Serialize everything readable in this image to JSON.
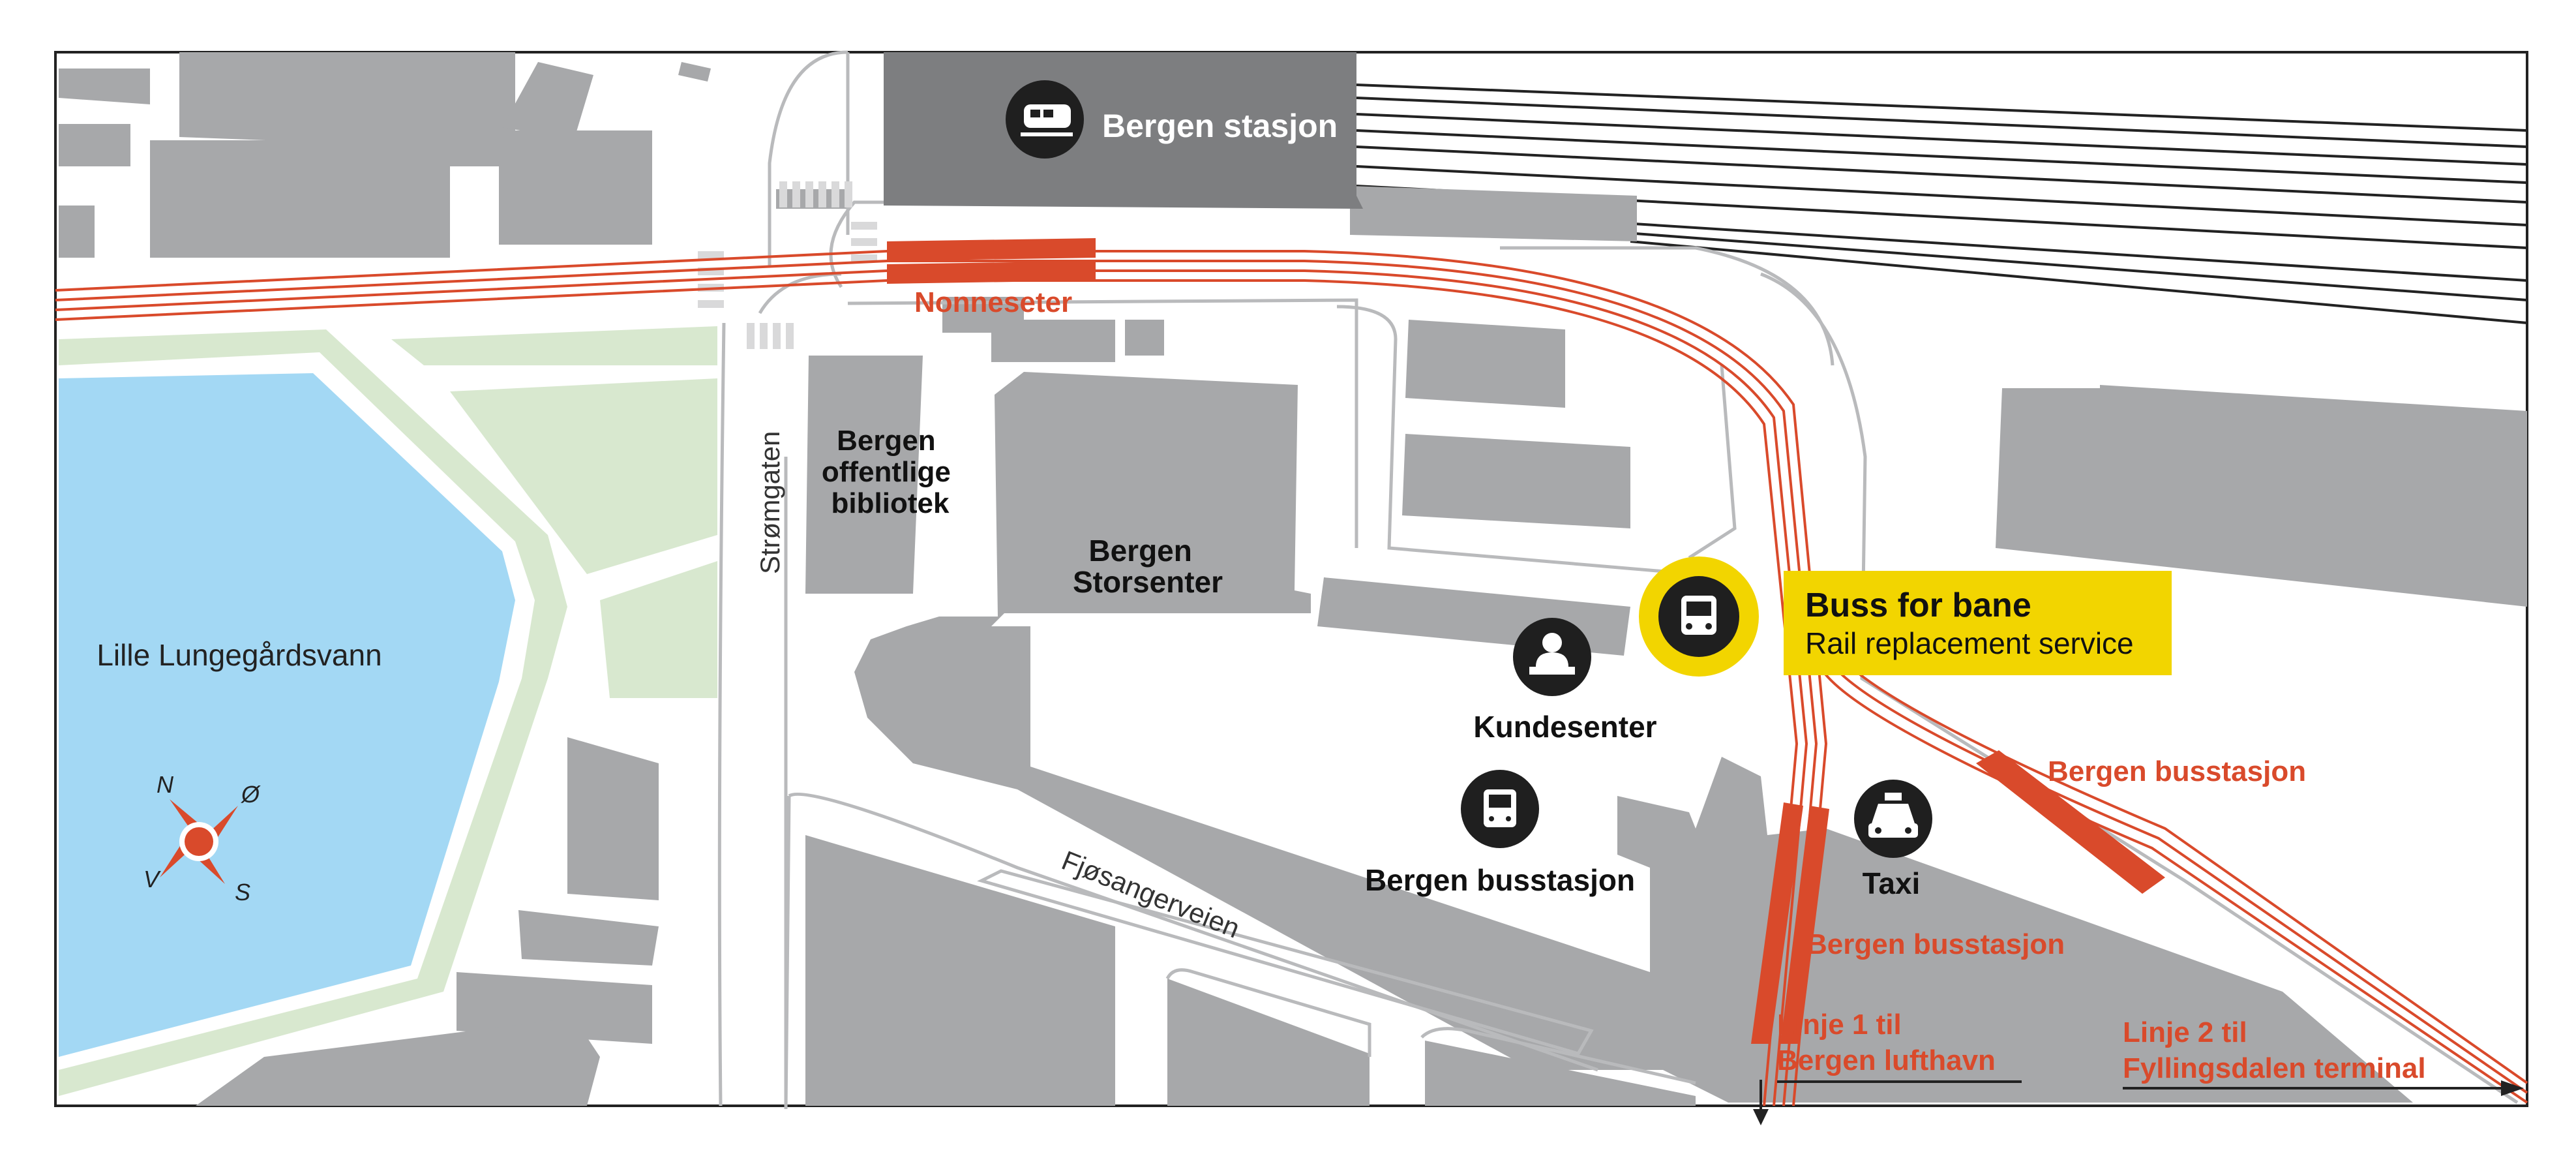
{
  "labels": {
    "station": "Bergen stasjon",
    "nonneseter": "Nonneseter",
    "library": [
      "Bergen",
      "offentlige",
      "bibliotek"
    ],
    "storsenter": [
      "Bergen",
      "Storsenter"
    ],
    "lake": "Lille Lungegårdsvann",
    "stromgaten": "Strømgaten",
    "fjosangerveien": "Fjøsangerveien",
    "kundesenter": "Kundesenter",
    "busstasjon": "Bergen busstasjon",
    "taxi": "Taxi",
    "light_rail_stop_a": "Bergen busstasjon",
    "light_rail_stop_b": "Bergen busstasjon",
    "line1": [
      "Linje 1 til",
      "Bergen lufthavn"
    ],
    "line2": [
      "Linje 2 til",
      "Fyllingsdalen terminal"
    ]
  },
  "callout": {
    "title": "Buss for bane",
    "subtitle": "Rail replacement service"
  },
  "compass": {
    "n": "N",
    "e": "Ø",
    "s": "S",
    "w": "V"
  },
  "colors": {
    "building": "#a7a8aa",
    "station_building": "#7d7e80",
    "water": "#a3d8f4",
    "park": "#d8e8cf",
    "road_edge": "#b9babc",
    "tram": "#d94a2b",
    "highlight": "#f2d500",
    "icon_bg": "#1f1f1f",
    "text_dark": "#111111",
    "text_red": "#d94a2b"
  },
  "icons": [
    "train-icon",
    "bus-icon",
    "person-desk-icon",
    "taxi-icon",
    "compass-icon",
    "arrow-down-icon",
    "arrow-right-icon"
  ]
}
